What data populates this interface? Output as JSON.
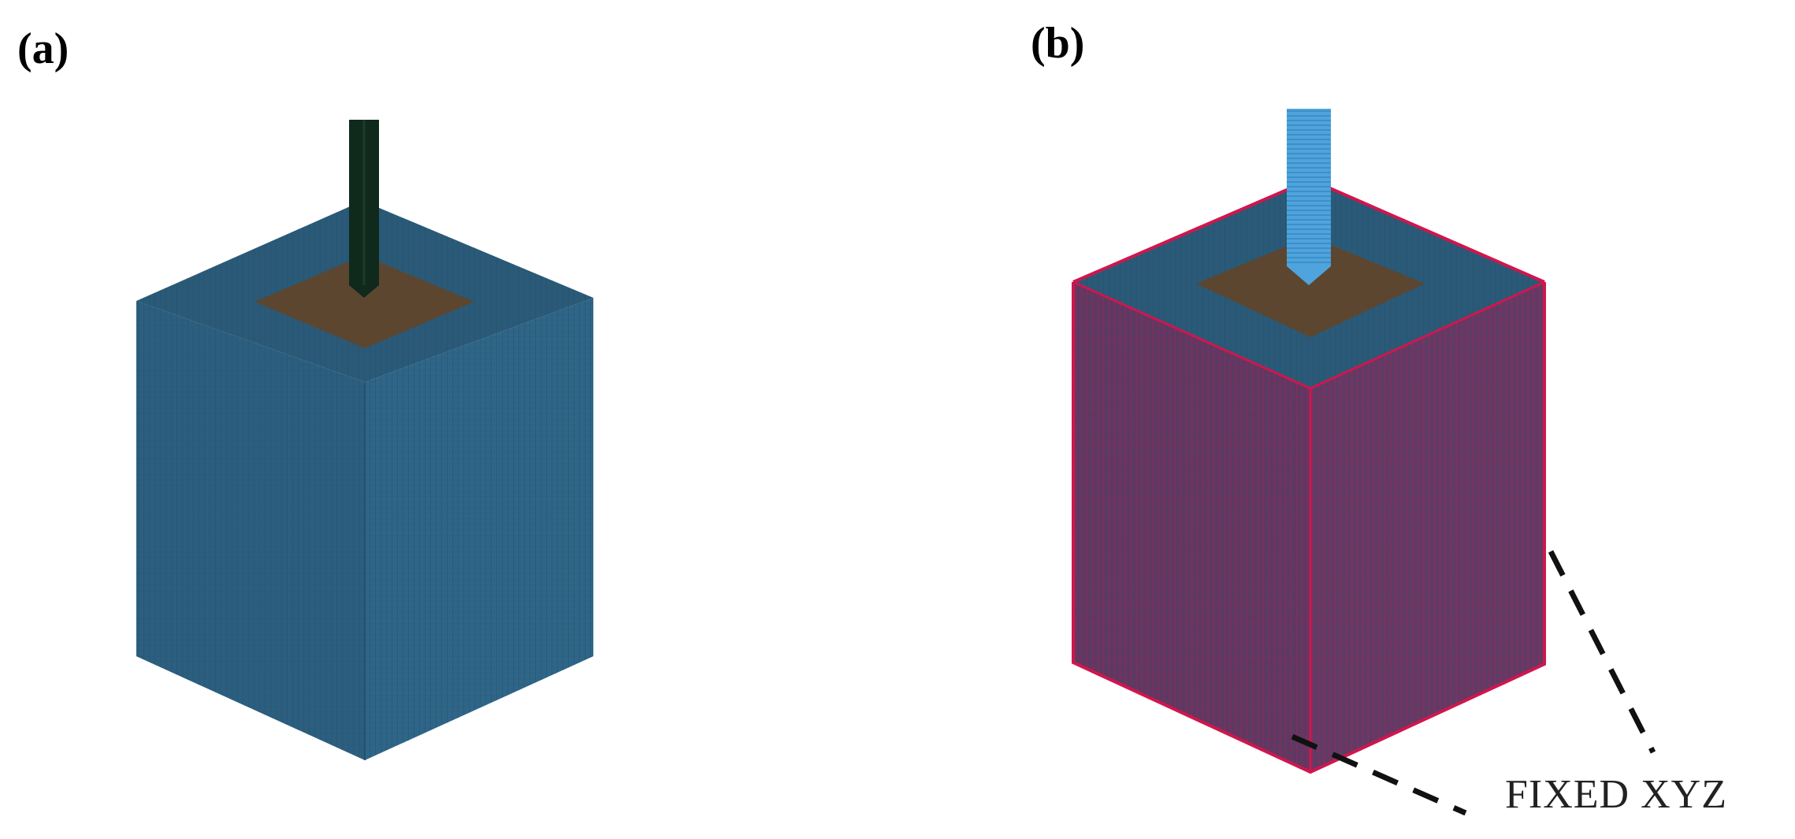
{
  "panels": [
    {
      "id": "a",
      "label": "(a)"
    },
    {
      "id": "b",
      "label": "(b)"
    }
  ],
  "annotations": {
    "fixed_label": "FIXED XYZ"
  },
  "colors": {
    "background": "#ffffff",
    "mesh_face_left": "#2c5f7f",
    "mesh_face_right": "#2f6688",
    "mesh_face_top": "#2a5a78",
    "mesh_grid_line": "#1c4460",
    "pad_brown": "#5c4630",
    "pile_dark_green": "#0f2a1c",
    "pile_light_blue": "#4fa4dd",
    "constraint_red": "#d0164d",
    "leader_line": "#111111"
  }
}
